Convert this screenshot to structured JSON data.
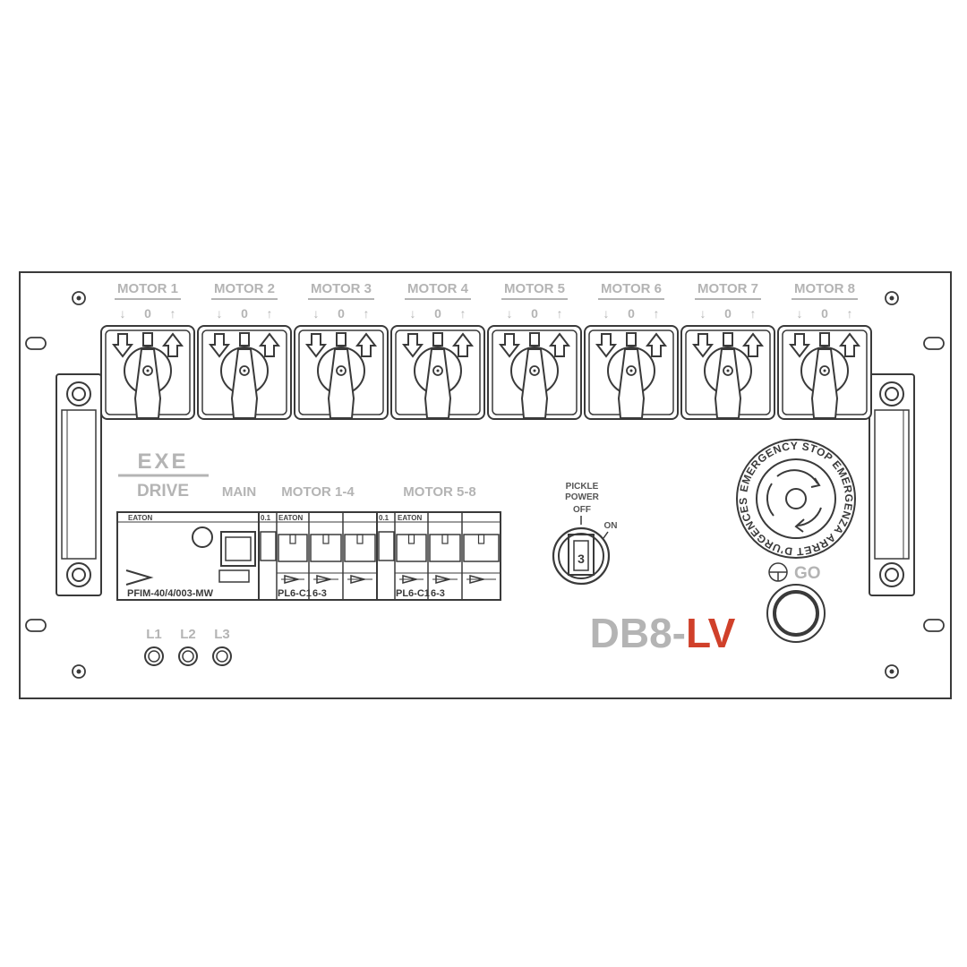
{
  "colors": {
    "line": "#3a3a3a",
    "label_gray": "#b4b4b4",
    "accent_red": "#d0402a",
    "panel_bg": "#ffffff"
  },
  "motor_switches": [
    {
      "label": "MOTOR 1",
      "down": "↓",
      "zero": "0",
      "up": "↑"
    },
    {
      "label": "MOTOR 2",
      "down": "↓",
      "zero": "0",
      "up": "↑"
    },
    {
      "label": "MOTOR 3",
      "down": "↓",
      "zero": "0",
      "up": "↑"
    },
    {
      "label": "MOTOR 4",
      "down": "↓",
      "zero": "0",
      "up": "↑"
    },
    {
      "label": "MOTOR 5",
      "down": "↓",
      "zero": "0",
      "up": "↑"
    },
    {
      "label": "MOTOR 6",
      "down": "↓",
      "zero": "0",
      "up": "↑"
    },
    {
      "label": "MOTOR 7",
      "down": "↓",
      "zero": "0",
      "up": "↑"
    },
    {
      "label": "MOTOR 8",
      "down": "↓",
      "zero": "0",
      "up": "↑"
    }
  ],
  "brand": {
    "logo_text": "EXE",
    "sub_text": "DRIVE"
  },
  "breaker_labels": {
    "main": "MAIN",
    "motor_1_4": "MOTOR 1-4",
    "motor_5_8": "MOTOR 5-8"
  },
  "breakers": {
    "main_model": "PFIM-40/4/003-MW",
    "group1_model": "PL6-C1",
    "group1_rating": "6-3",
    "group2_model": "PL6-C1",
    "group2_rating": "6-3",
    "tag_text": "EATON"
  },
  "pickle_power": {
    "line1": "PICKLE",
    "line2": "POWER",
    "off_label": "OFF",
    "on_label": "ON",
    "key_number": "3"
  },
  "emergency_stop": {
    "ring_text": "EMERGENCY STOP  EMERGENZA  ARRET D'URGENCES",
    "go_label": "GO"
  },
  "phase_indicators": [
    "L1",
    "L2",
    "L3"
  ],
  "model": {
    "name_prefix": "DB8-",
    "name_suffix": "LV"
  }
}
